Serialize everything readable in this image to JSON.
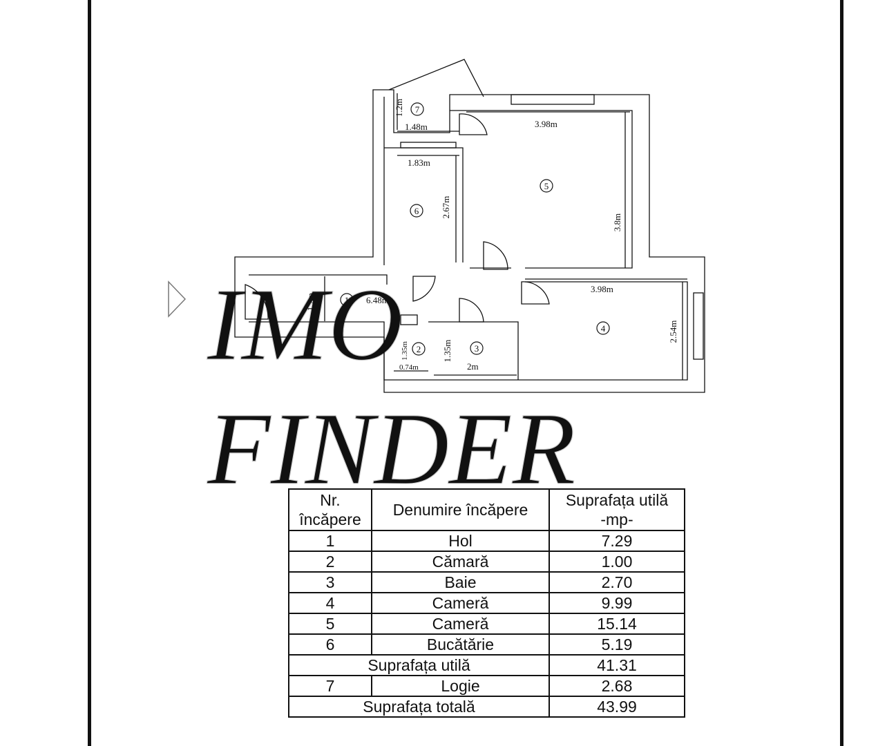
{
  "plan": {
    "rooms": [
      {
        "nr": "1",
        "dims": [
          "1.2m",
          "6.48m"
        ]
      },
      {
        "nr": "2",
        "dims": [
          "1.35m",
          "0.74m"
        ]
      },
      {
        "nr": "3",
        "dims": [
          "1.35m",
          "2m"
        ]
      },
      {
        "nr": "4",
        "dims": [
          "3.98m",
          "2.54m"
        ]
      },
      {
        "nr": "5",
        "dims": [
          "3.98m",
          "3.8m"
        ]
      },
      {
        "nr": "6",
        "dims": [
          "1.83m",
          "2.67m"
        ]
      },
      {
        "nr": "7",
        "dims": [
          "1.2m",
          "1.48m"
        ]
      }
    ],
    "watermark": [
      "IMO",
      "FINDER"
    ],
    "arrow_icon": "triangle-right-outline-icon"
  },
  "table": {
    "headers": {
      "nr": [
        "Nr.",
        "încăpere"
      ],
      "name": "Denumire încăpere",
      "area": [
        "Suprafața utilă",
        "-mp-"
      ]
    },
    "rows": [
      {
        "nr": "1",
        "name": "Hol",
        "area": "7.29"
      },
      {
        "nr": "2",
        "name": "Cămară",
        "area": "1.00"
      },
      {
        "nr": "3",
        "name": "Baie",
        "area": "2.70"
      },
      {
        "nr": "4",
        "name": "Cameră",
        "area": "9.99"
      },
      {
        "nr": "5",
        "name": "Cameră",
        "area": "15.14"
      },
      {
        "nr": "6",
        "name": "Bucătărie",
        "area": "5.19"
      }
    ],
    "subtotal": {
      "label": "Suprafața utilă",
      "area": "41.31"
    },
    "loggia": {
      "nr": "7",
      "name": "Logie",
      "area": "2.68"
    },
    "total": {
      "label": "Suprafața totală",
      "area": "43.99"
    }
  }
}
